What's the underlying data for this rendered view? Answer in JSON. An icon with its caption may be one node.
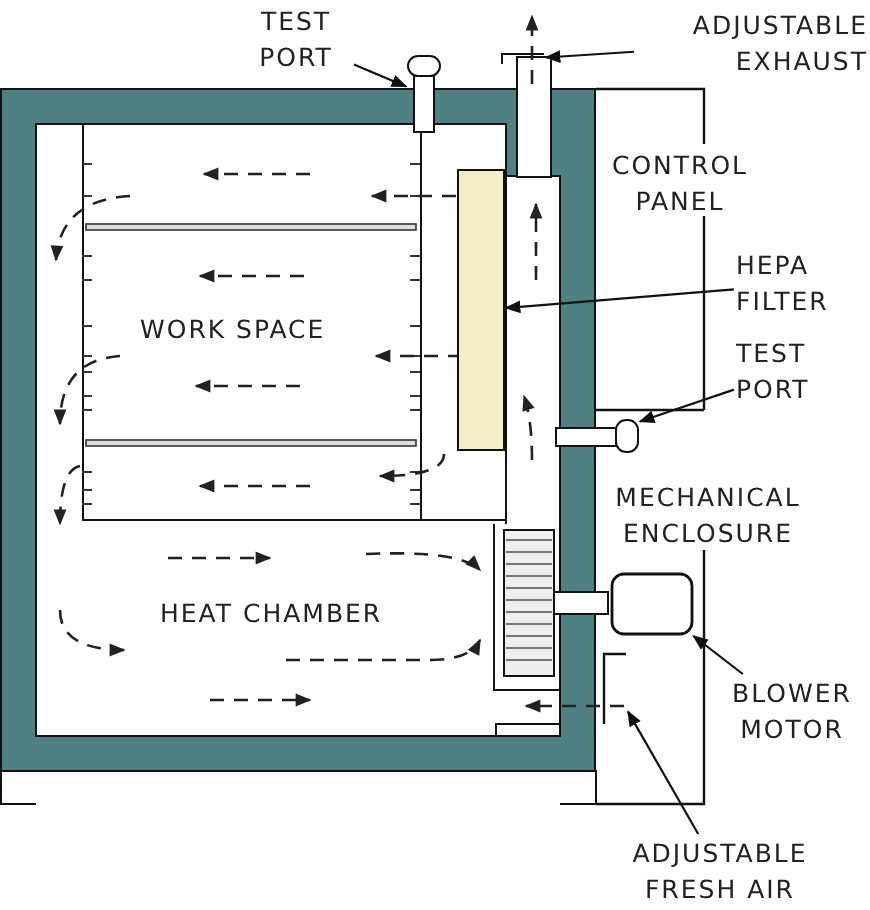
{
  "diagram": {
    "nodes": [
      {
        "text": [
          "TEST PORT"
        ]
      },
      {
        "text": [],
        "shape": "box"
      },
      {
        "text": [
          "ADJUSTABLE EXHAUST"
        ]
      },
      {
        "text": [],
        "shape": "box"
      },
      {
        "text": [
          "HEPA FILTER"
        ]
      },
      {
        "text": [],
        "shape": "box"
      },
      {
        "text": [
          "TEST PORT"
        ]
      },
      {
        "text": [],
        "shape": "box"
      },
      {
        "text": [
          "BLOWER MOTOR"
        ]
      },
      {
        "text": [],
        "shape": "box"
      },
      {
        "text": [
          "ADJUSTABLE FRESH AIR"
        ]
      },
      {
        "text": [],
        "shape": "box"
      }
    ],
    "edges": [
      {
        "from": 0,
        "to": 1,
        "arrow": "to"
      },
      {
        "from": 2,
        "to": 3,
        "arrow": "to"
      },
      {
        "from": 4,
        "to": 5,
        "arrow": "to"
      },
      {
        "from": 6,
        "to": 7,
        "arrow": "to"
      },
      {
        "from": 8,
        "to": 9,
        "arrow": "to"
      },
      {
        "from": 10,
        "to": 11,
        "arrow": "to"
      }
    ],
    "labels": [
      "CONTROL PANEL",
      "WORK SPACE",
      "MECHANICAL ENCLOSURE",
      "HEAT CHAMBER"
    ]
  }
}
